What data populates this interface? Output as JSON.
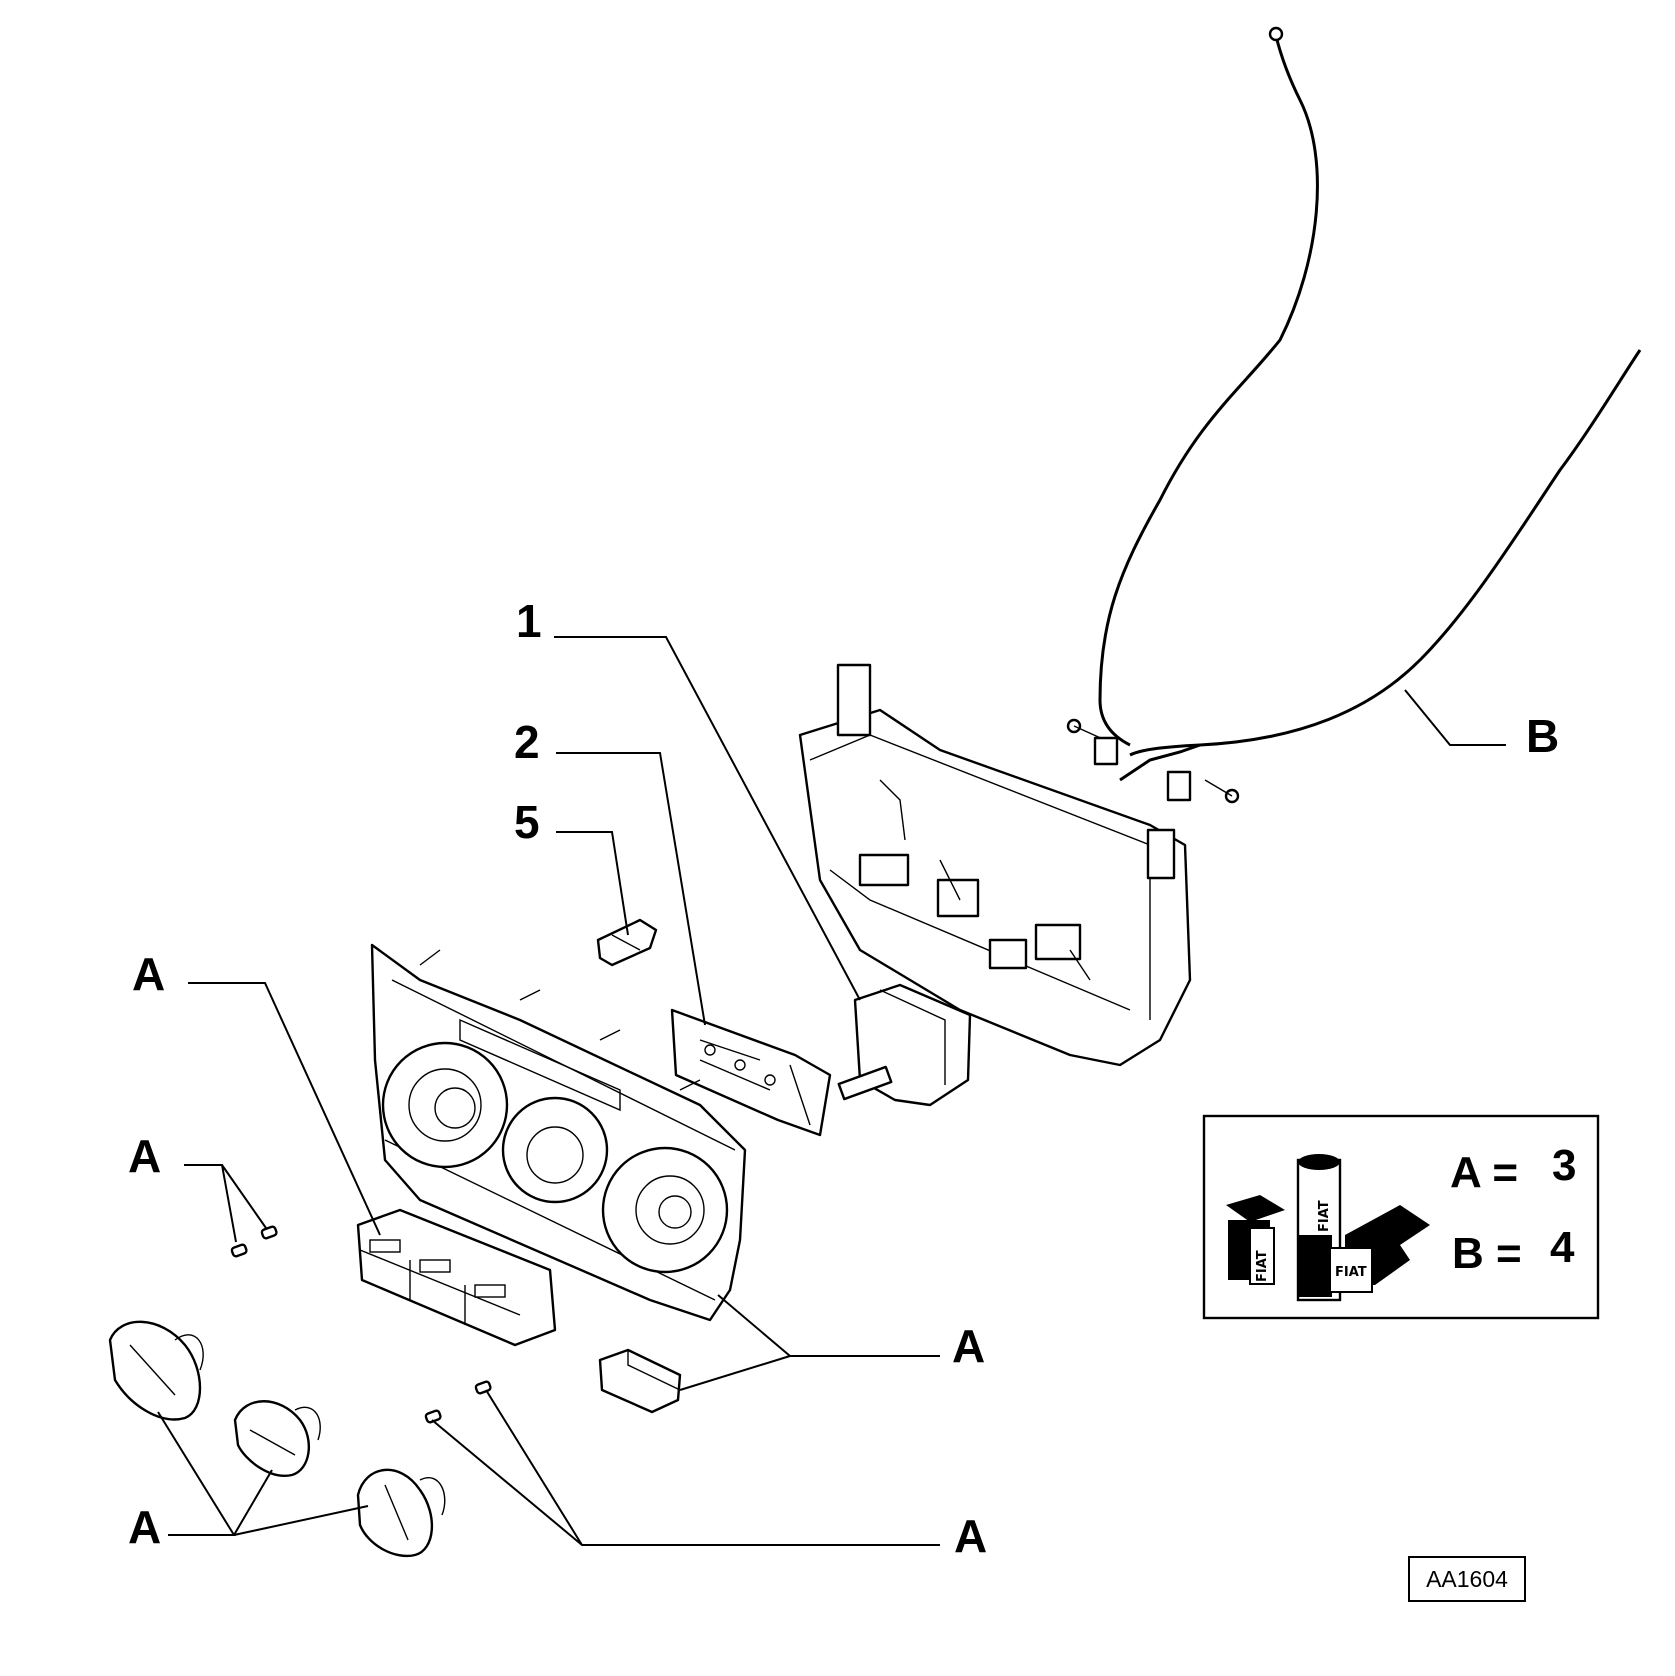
{
  "callouts": {
    "one": "1",
    "two": "2",
    "five": "5",
    "a_top": "A",
    "a_clips": "A",
    "a_right": "A",
    "a_knobs": "A",
    "a_bottom": "A",
    "b": "B"
  },
  "legend": {
    "a_label": "A =",
    "a_value": "3",
    "b_label": "B =",
    "b_value": "4",
    "brand_text": "FIAT"
  },
  "drawing_code": "AA1604",
  "colors": {
    "line": "#000000",
    "background": "#ffffff"
  }
}
